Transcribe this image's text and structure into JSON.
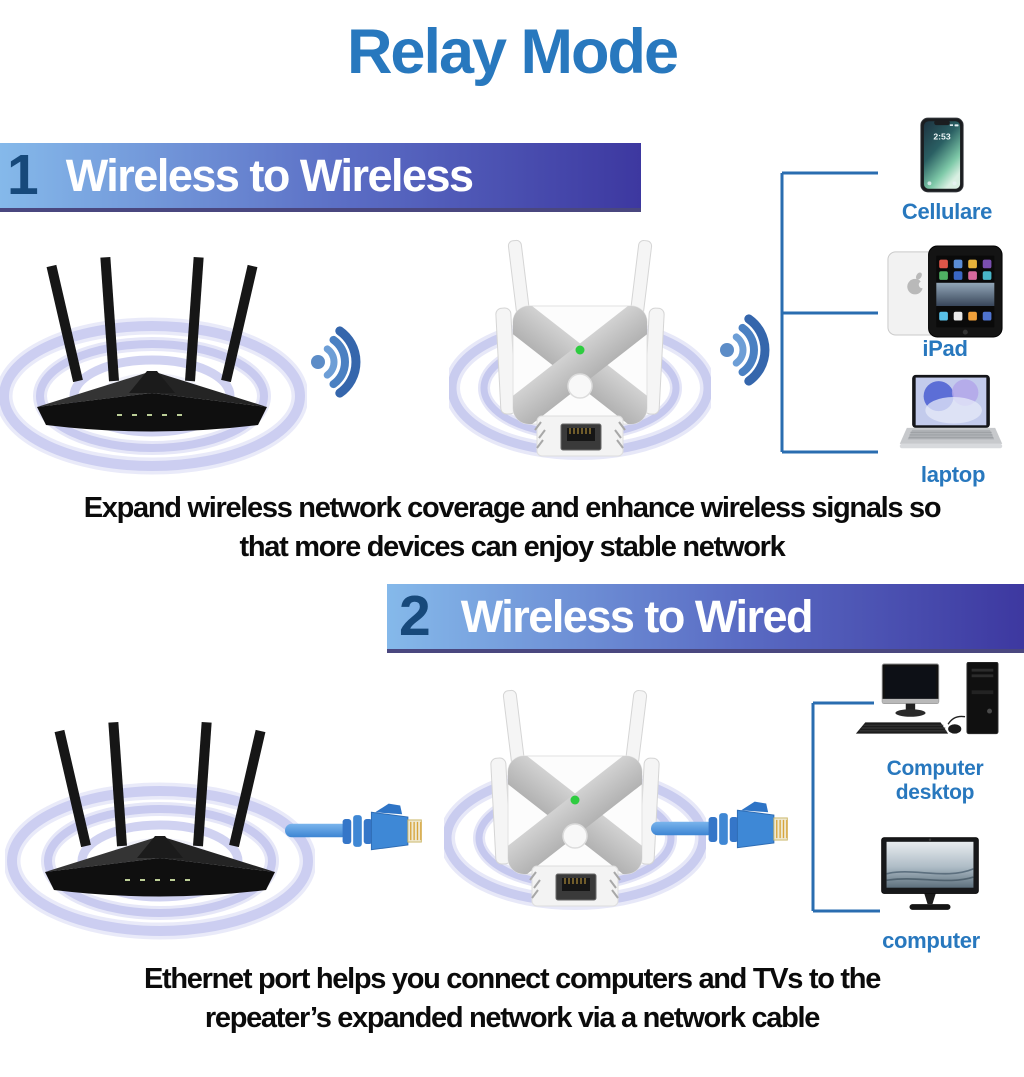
{
  "title": "Relay Mode",
  "section1": {
    "number": "1",
    "heading": "Wireless to Wireless",
    "description_line1": "Expand wireless network coverage and enhance wireless signals so",
    "description_line2": "that more devices can enjoy stable network",
    "phone_time": "2:53",
    "device_labels": {
      "phone": "Cellulare",
      "tablet": "iPad",
      "laptop": "laptop"
    }
  },
  "section2": {
    "number": "2",
    "heading": "Wireless to Wired",
    "description_line1": "Ethernet port helps you connect computers and TVs to the",
    "description_line2": "repeater’s expanded network via a network cable",
    "device_labels": {
      "desktop": "Computer desktop",
      "monitor": "computer"
    }
  },
  "icons": {
    "wifi_signal": "radiating-blue-arcs",
    "signal_ripples": "concentric-lavender-rings",
    "led_status": "green-dot"
  },
  "colors": {
    "title_blue": "#2878be",
    "banner_gradient_start": "#85b9ea",
    "banner_gradient_end": "#3d38a0",
    "banner_number_navy": "#17497b",
    "device_label_blue": "#2878be",
    "connector_line_blue": "#2a6db0",
    "ripple_lavender": "#b0b4e8",
    "ethernet_cable_blue": "#3e88d6",
    "led_green": "#2ecc40"
  }
}
